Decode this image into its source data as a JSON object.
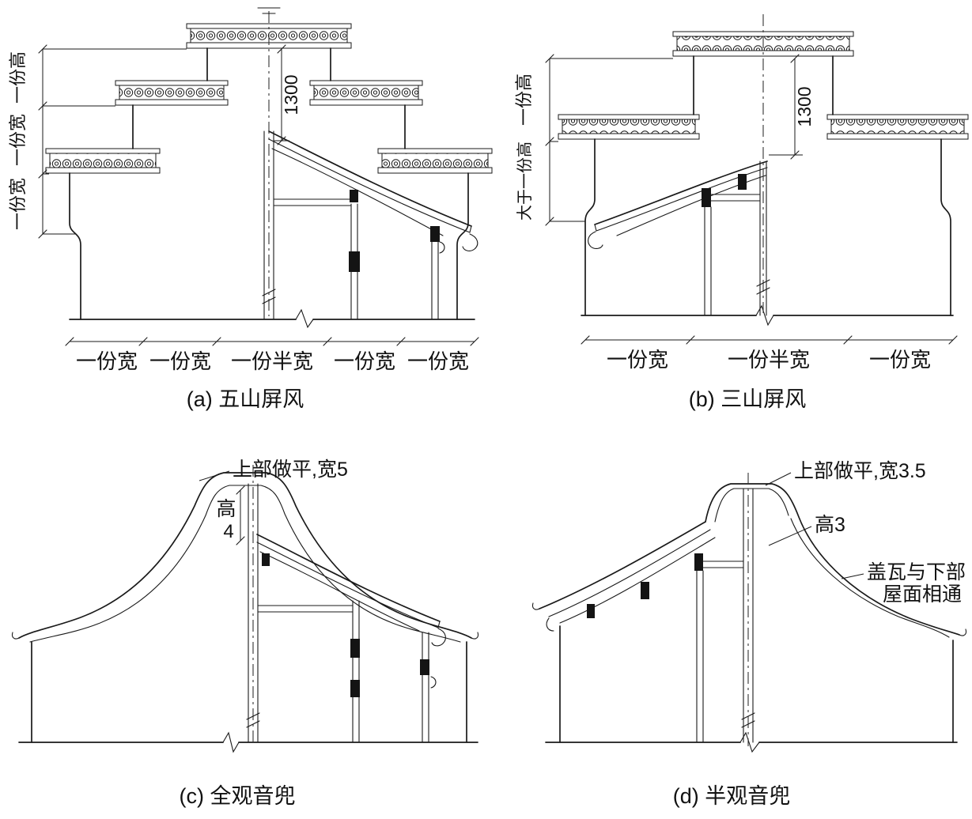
{
  "figure": {
    "panels": {
      "a": {
        "caption": "(a) 五山屏风",
        "dim_vertical": "1300",
        "left_dims": {
          "top": "一份高",
          "middle": "一份宽",
          "bottom": "一份宽"
        },
        "bottom_dims": [
          "一份宽",
          "一份宽",
          "一份半宽",
          "一份宽",
          "一份宽"
        ]
      },
      "b": {
        "caption": "(b) 三山屏风",
        "dim_vertical": "1300",
        "left_dims": {
          "top": "一份高",
          "bottom": "大于一份高"
        },
        "bottom_dims": [
          "一份宽",
          "一份半宽",
          "一份宽"
        ]
      },
      "c": {
        "caption": "(c) 全观音兜",
        "top_note": "上部做平,宽5",
        "height_label": "高",
        "height_value": "4"
      },
      "d": {
        "caption": "(d) 半观音兜",
        "top_note": "上部做平,宽3.5",
        "height_note": "高3",
        "side_note_line1": "盖瓦与下部",
        "side_note_line2": "屋面相通"
      }
    }
  }
}
